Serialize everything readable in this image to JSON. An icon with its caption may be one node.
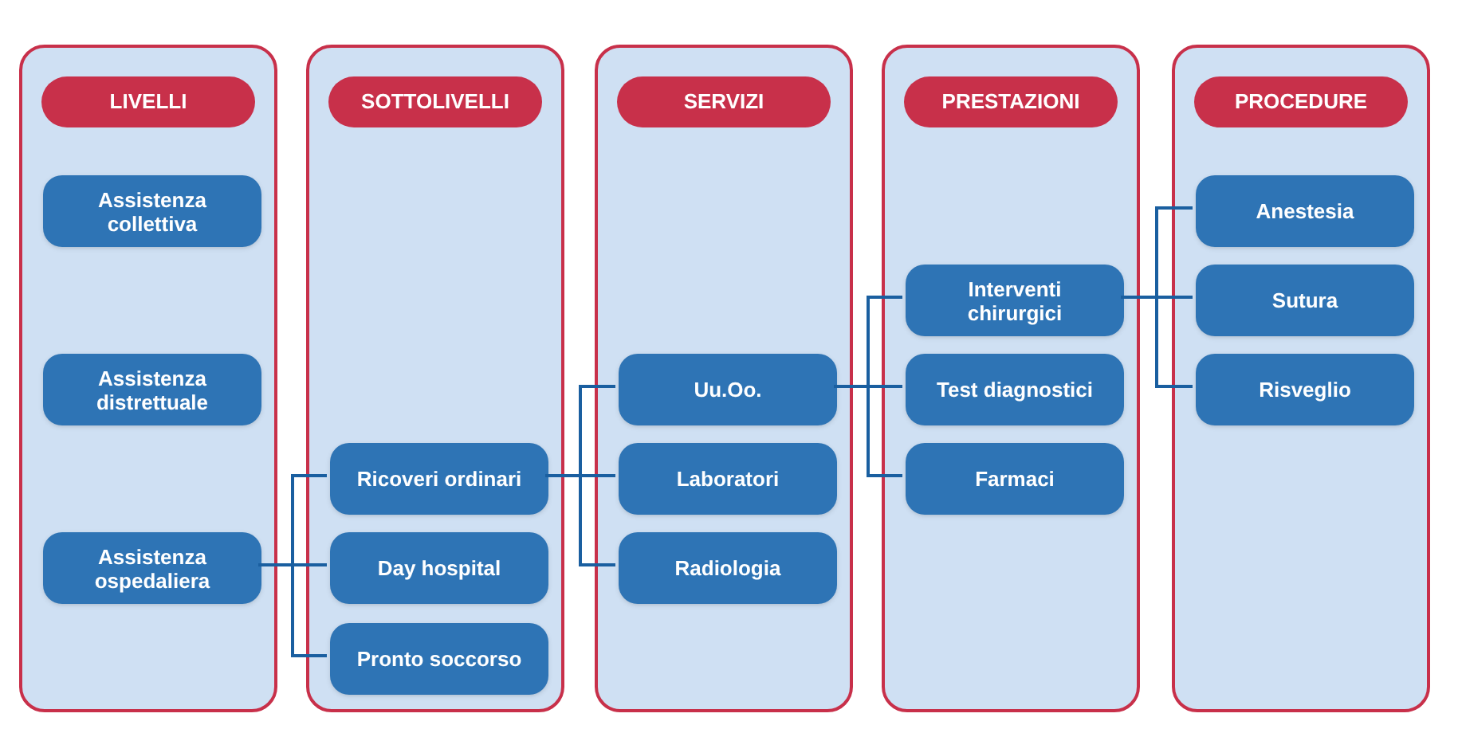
{
  "diagram": {
    "nodes": [
      {
        "text": [
          "LIVELLI"
        ]
      },
      {
        "text": [
          "Assistenza collettiva"
        ],
        "in": 0
      },
      {
        "text": [
          "Assistenza distrettuale"
        ],
        "in": 0
      },
      {
        "text": [
          "Assistenza ospedaliera"
        ],
        "in": 0
      },
      {
        "text": [
          "SOTTOLIVELLI"
        ]
      },
      {
        "text": [
          "Ricoveri ordinari"
        ],
        "in": 4
      },
      {
        "text": [
          "Day hospital"
        ],
        "in": 4
      },
      {
        "text": [
          "Pronto soccorso"
        ],
        "in": 4
      },
      {
        "text": [
          "SERVIZI"
        ]
      },
      {
        "text": [
          "Uu.Oo."
        ],
        "in": 8
      },
      {
        "text": [
          "Laboratori"
        ],
        "in": 8
      },
      {
        "text": [
          "Radiologia"
        ],
        "in": 8
      },
      {
        "text": [
          "PRESTAZIONI"
        ]
      },
      {
        "text": [
          "Interventi chirurgici"
        ],
        "in": 12
      },
      {
        "text": [
          "Test diagnostici"
        ],
        "in": 12
      },
      {
        "text": [
          "Farmaci"
        ],
        "in": 12
      },
      {
        "text": [
          "PROCEDURE"
        ]
      },
      {
        "text": [
          "Anestesia"
        ],
        "in": 16
      },
      {
        "text": [
          "Sutura"
        ],
        "in": 16
      },
      {
        "text": [
          "Risveglio"
        ],
        "in": 16
      }
    ],
    "edges": [
      {
        "from": 3,
        "to": 5,
        "arrow": "none"
      },
      {
        "from": 3,
        "to": 6,
        "arrow": "none"
      },
      {
        "from": 3,
        "to": 7,
        "arrow": "none"
      },
      {
        "from": 5,
        "to": 9,
        "arrow": "none"
      },
      {
        "from": 5,
        "to": 10,
        "arrow": "none"
      },
      {
        "from": 5,
        "to": 11,
        "arrow": "none"
      },
      {
        "from": 9,
        "to": 13,
        "arrow": "none"
      },
      {
        "from": 9,
        "to": 14,
        "arrow": "none"
      },
      {
        "from": 9,
        "to": 15,
        "arrow": "none"
      },
      {
        "from": 13,
        "to": 17,
        "arrow": "none"
      },
      {
        "from": 13,
        "to": 18,
        "arrow": "none"
      },
      {
        "from": 13,
        "to": 19,
        "arrow": "none"
      }
    ]
  }
}
